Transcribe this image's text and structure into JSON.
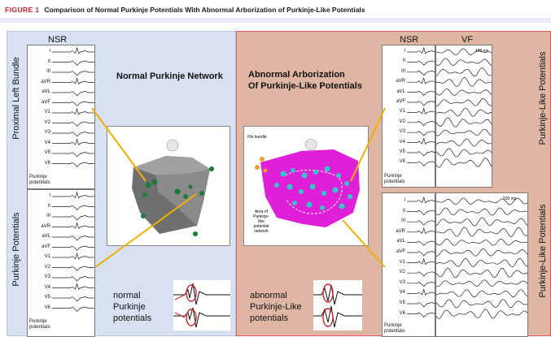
{
  "figure": {
    "number": "FIGURE 1",
    "title": "Comparison of Normal Purkinje Potentials With Abnormal Arborization of Purkinje-Like Potentials"
  },
  "left_panel": {
    "nsr_label": "NSR",
    "side_top": "Proximal Left Bundle",
    "side_bottom": "Purkinje Potentials",
    "title": "Normal Purkinje Network",
    "inset_lines": [
      "normal",
      "Purkinje",
      "potentials"
    ],
    "top_leads": [
      "I",
      "II",
      "III",
      "aVR",
      "aVL",
      "aVF",
      "V1",
      "V2",
      "V3",
      "V4",
      "V5",
      "V6"
    ],
    "bottom_leads": [
      "I",
      "II",
      "III",
      "aVR",
      "aVL",
      "aVF",
      "V1",
      "V2",
      "V3",
      "V4",
      "V5",
      "V6"
    ],
    "potentials_label": [
      "Purkinje",
      "potentials"
    ]
  },
  "right_panel": {
    "nsr_label": "NSR",
    "vf_label": "VF",
    "title_line1": "Abnormal Arborization",
    "title_line2": "Of Purkinje-Like Potentials",
    "side_label": "Purkinje-Like Potentials",
    "his_label": "His bundle",
    "area_label": [
      "Area of",
      "Purkinje-",
      "like",
      "potential",
      "network"
    ],
    "inset_lines": [
      "abnormal",
      "Purkinje-Like",
      "potentials"
    ],
    "top_leads": [
      "I",
      "II",
      "III",
      "aVR",
      "aVL",
      "aVF",
      "V1",
      "V2",
      "V3",
      "V4",
      "V5",
      "V6"
    ],
    "bottom_leads": [
      "I",
      "II",
      "III",
      "aVR",
      "aVL",
      "aVF",
      "V1",
      "V2",
      "V3",
      "V4",
      "V5",
      "V6"
    ],
    "potentials_label": [
      "Purkinje",
      "potentials"
    ],
    "scale_label": "100 ms",
    "colors": {
      "network": "#e020d8",
      "dots": "#2ec8c8",
      "his": "#f0a030",
      "arrow": "#f0b000"
    }
  }
}
